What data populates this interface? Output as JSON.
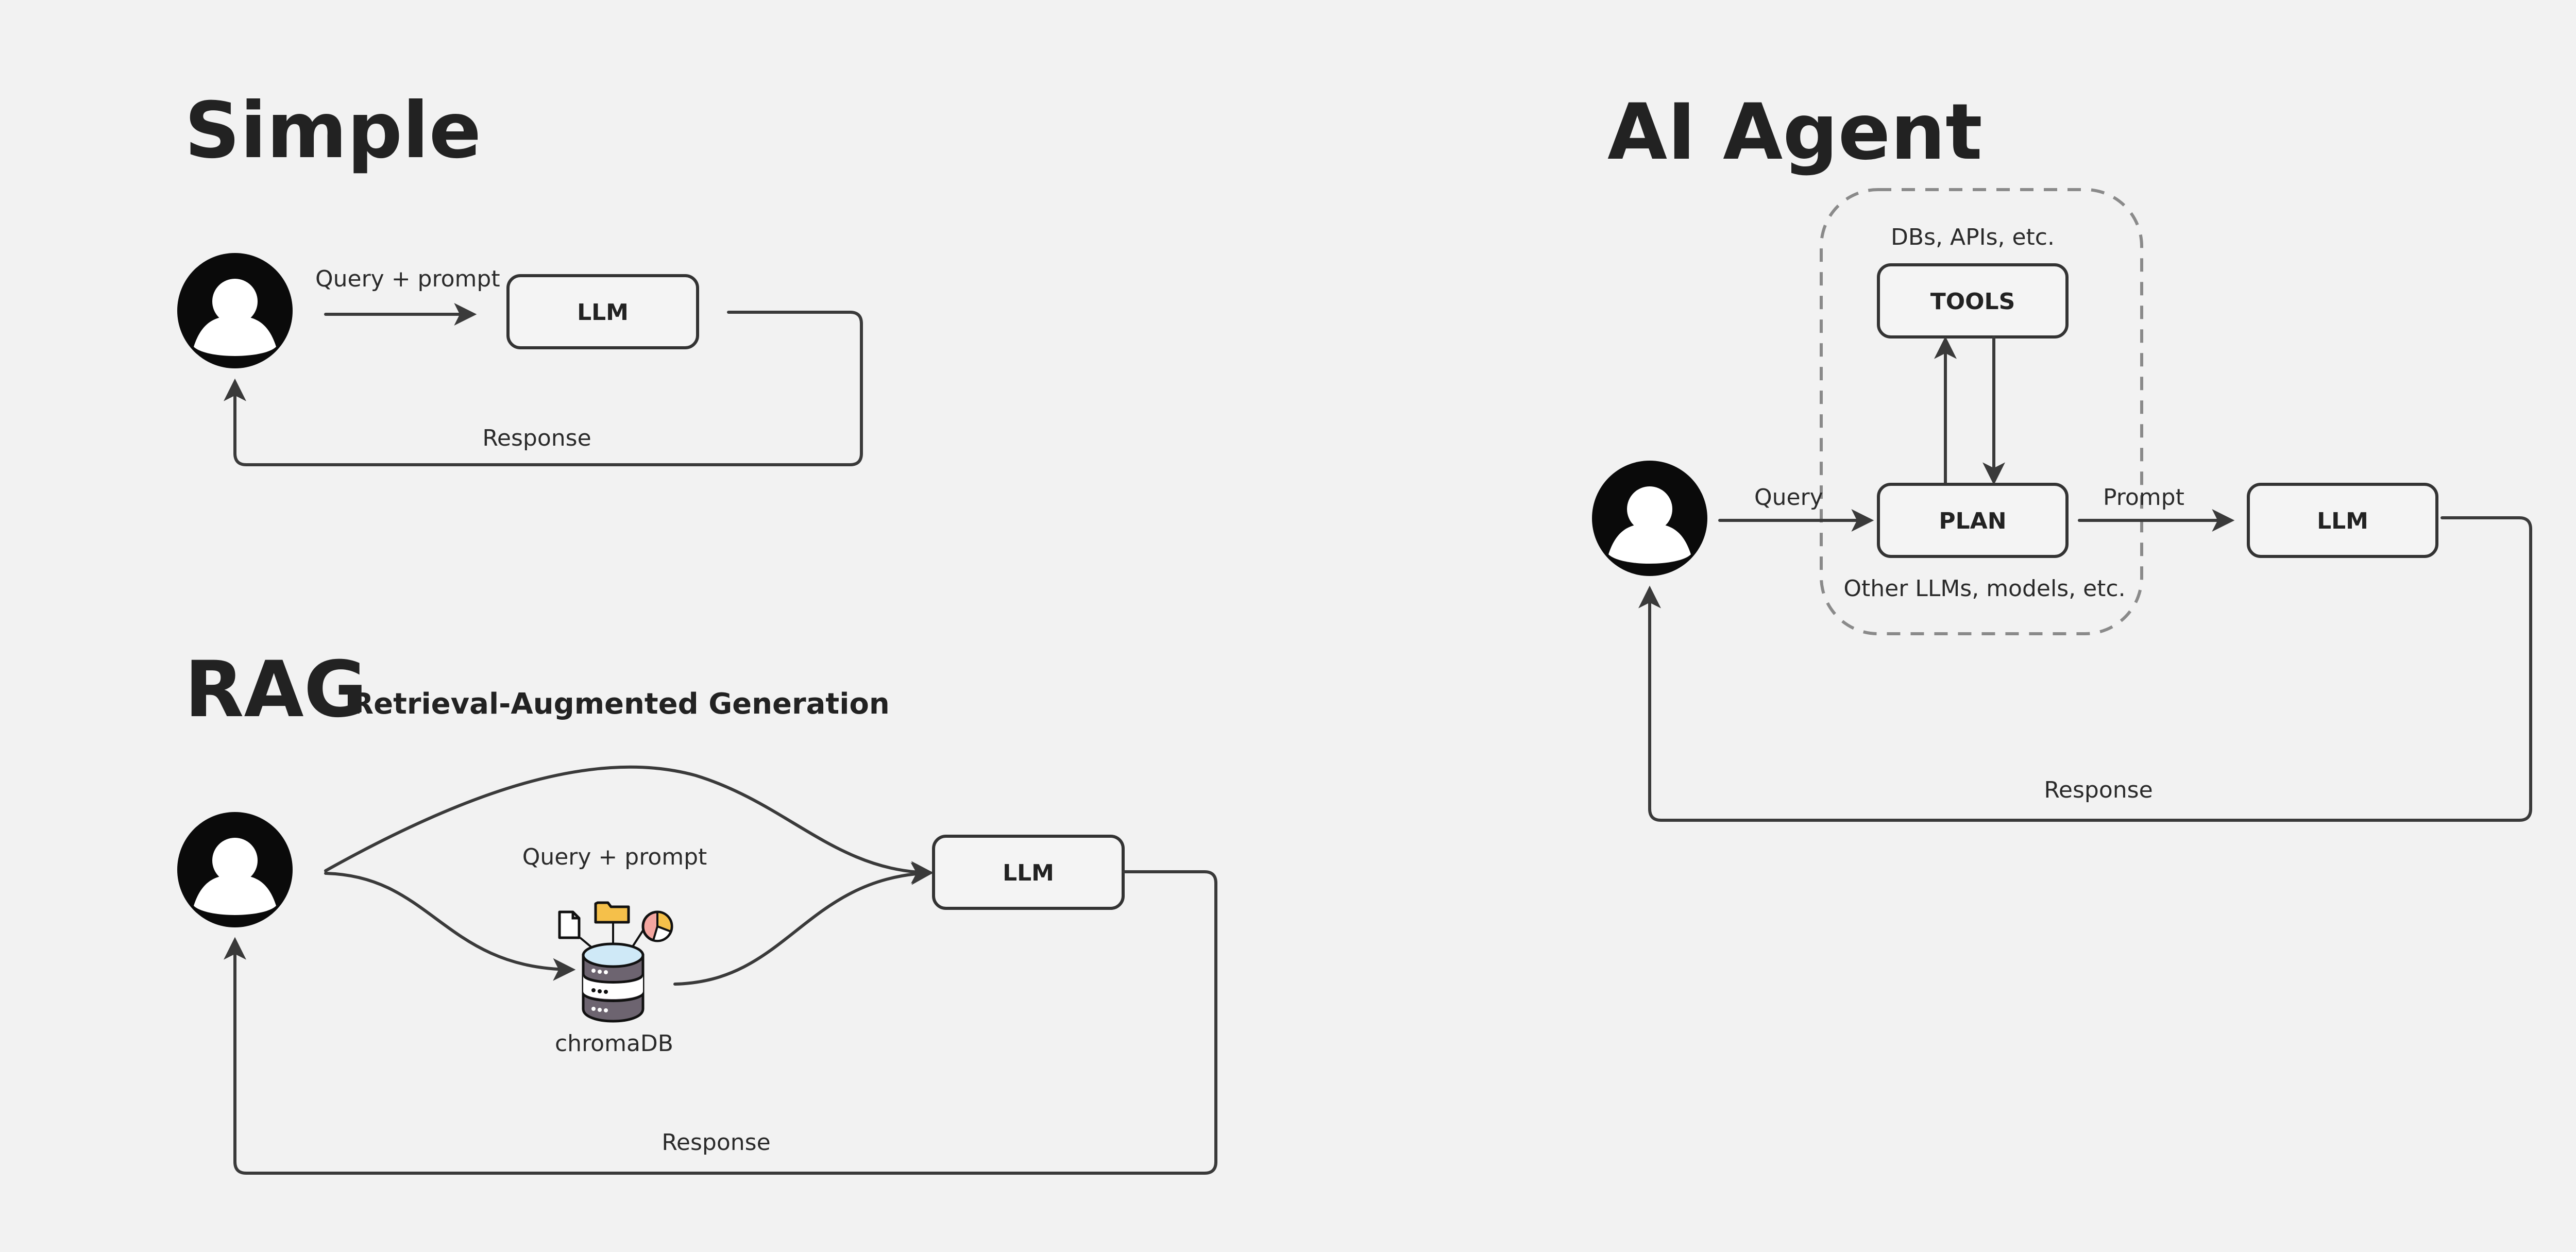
{
  "colors": {
    "background": "#f2f2f2",
    "ink": "#222222",
    "line": "#3a3a3a",
    "dashed_border": "#8a8a8a",
    "folder_yellow": "#f5c04a",
    "db_light_blue": "#cfe9f7",
    "db_gray": "#6d6470"
  },
  "sections": {
    "simple": {
      "title": "Simple",
      "edge_query": "Query + prompt",
      "node_llm": "LLM",
      "edge_response": "Response",
      "user_icon": "user-avatar-icon"
    },
    "rag": {
      "title": "RAG",
      "subtitle": "Retrieval-Augmented Generation",
      "edge_query": "Query + prompt",
      "node_llm": "LLM",
      "db_label": "chromaDB",
      "db_icon": "database-icon",
      "edge_response": "Response",
      "user_icon": "user-avatar-icon"
    },
    "agent": {
      "title": "AI Agent",
      "tools_caption": "DBs, APIs, etc.",
      "node_tools": "TOOLS",
      "node_plan": "PLAN",
      "plan_caption": "Other LLMs, models, etc.",
      "edge_query": "Query",
      "edge_prompt": "Prompt",
      "node_llm": "LLM",
      "edge_response": "Response",
      "user_icon": "user-avatar-icon"
    }
  }
}
